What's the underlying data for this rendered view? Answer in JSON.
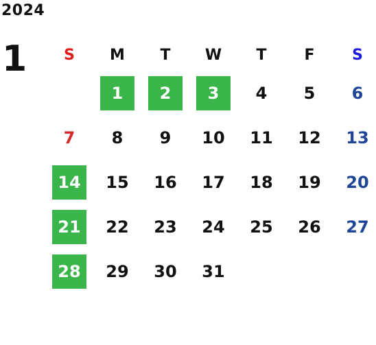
{
  "year": "2024",
  "month": "1",
  "weekdays": [
    "S",
    "M",
    "T",
    "W",
    "T",
    "F",
    "S"
  ],
  "first_weekday_index": 1,
  "days": [
    {
      "d": "1",
      "holiday": true
    },
    {
      "d": "2",
      "holiday": true
    },
    {
      "d": "3",
      "holiday": true
    },
    {
      "d": "4"
    },
    {
      "d": "5"
    },
    {
      "d": "6"
    },
    {
      "d": "7"
    },
    {
      "d": "8"
    },
    {
      "d": "9"
    },
    {
      "d": "10"
    },
    {
      "d": "11"
    },
    {
      "d": "12"
    },
    {
      "d": "13"
    },
    {
      "d": "14",
      "holiday": true
    },
    {
      "d": "15"
    },
    {
      "d": "16"
    },
    {
      "d": "17"
    },
    {
      "d": "18"
    },
    {
      "d": "19"
    },
    {
      "d": "20"
    },
    {
      "d": "21",
      "holiday": true
    },
    {
      "d": "22"
    },
    {
      "d": "23"
    },
    {
      "d": "24"
    },
    {
      "d": "25"
    },
    {
      "d": "26"
    },
    {
      "d": "27"
    },
    {
      "d": "28",
      "holiday": true
    },
    {
      "d": "29"
    },
    {
      "d": "30"
    },
    {
      "d": "31"
    }
  ],
  "colors": {
    "sunday_header": "#e01b1b",
    "saturday_header": "#1a1adf",
    "sunday_date": "#d42a2a",
    "saturday_date": "#1f4696",
    "weekday": "#111111",
    "holiday_bg": "#3ab54a",
    "holiday_text": "#ffffff"
  }
}
